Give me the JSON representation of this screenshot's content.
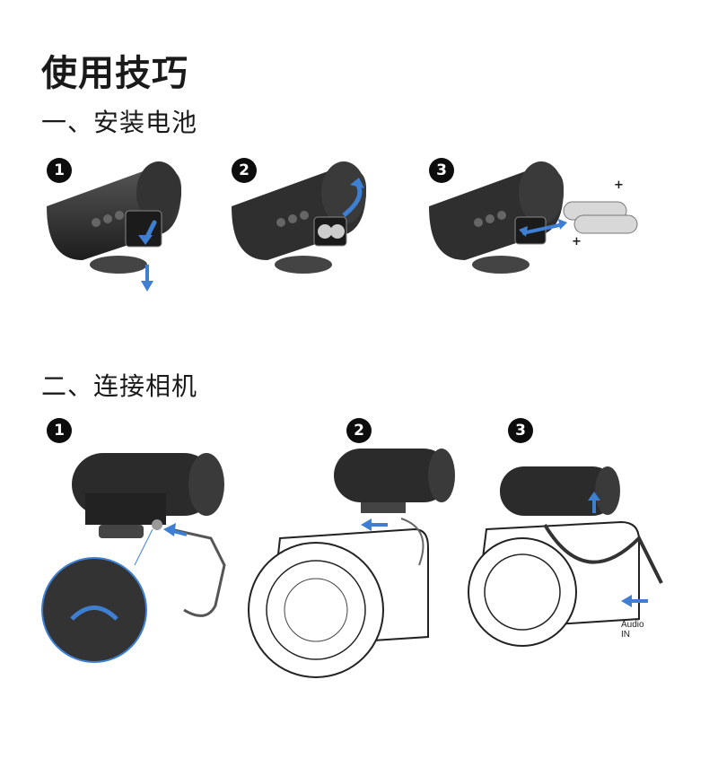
{
  "title": "使用技巧",
  "sections": [
    {
      "heading": "一、安装电池",
      "steps": [
        {
          "badge": "1"
        },
        {
          "badge": "2"
        },
        {
          "badge": "3",
          "polarity_top": "+",
          "polarity_bottom": "+"
        }
      ]
    },
    {
      "heading": "二、连接相机",
      "steps": [
        {
          "badge": "1"
        },
        {
          "badge": "2"
        },
        {
          "badge": "3",
          "port_label": "Audio IN"
        }
      ]
    }
  ],
  "colors": {
    "accent_arrow": "#3f7fd1",
    "device_dark": "#2a2a2a",
    "badge": "#0d0d0d"
  },
  "icons": [
    "microphone-illustration",
    "battery-illustration",
    "camera-illustration",
    "cable-illustration",
    "arrow-icon"
  ]
}
